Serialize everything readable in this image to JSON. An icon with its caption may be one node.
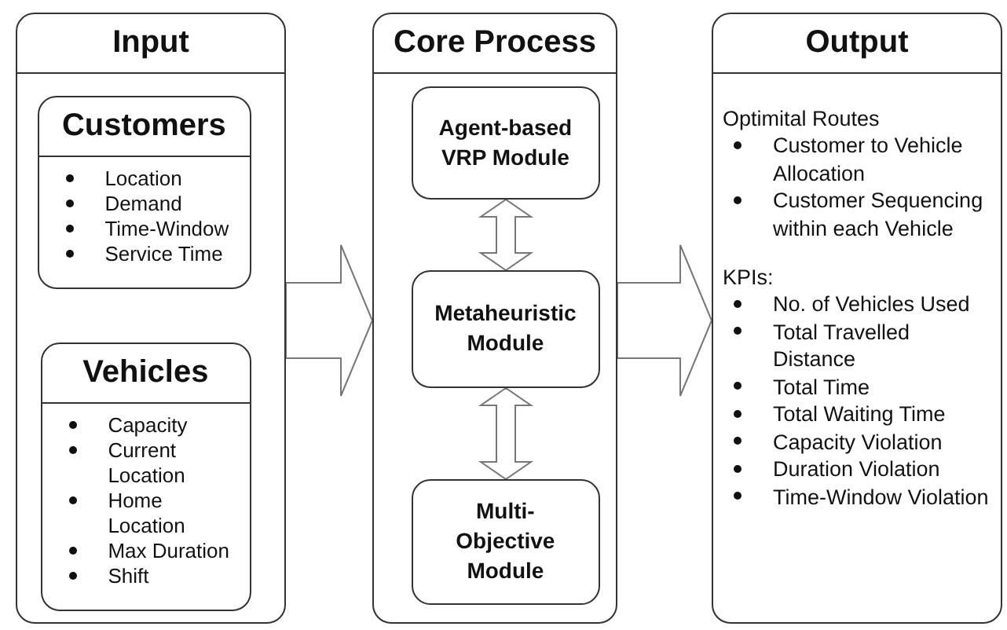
{
  "diagram": {
    "nodes": [
      {
        "text": [
          "Input"
        ]
      },
      {
        "text": [
          "Customers",
          "Location",
          "Demand",
          "Time-Window",
          "Service Time"
        ],
        "in": 0
      },
      {
        "text": [
          "Vehicles",
          "Capacity",
          "Current Location",
          "Home Location",
          "Max Duration",
          "Shift"
        ],
        "in": 0
      },
      {
        "text": [
          "Core Process"
        ]
      },
      {
        "text": [
          "Agent-based VRP Module"
        ],
        "in": 3
      },
      {
        "text": [
          "Metaheuristic Module"
        ],
        "in": 3
      },
      {
        "text": [
          "Multi-Objective Module"
        ],
        "in": 3
      },
      {
        "text": [
          "Output",
          "Optimital Routes",
          "Customer to Vehicle Allocation",
          "Customer Sequencing within each Vehicle",
          "KPIs:",
          "No. of Vehicles Used",
          "Total Travelled Distance",
          "Total Time",
          "Total Waiting Time",
          "Capacity Violation",
          "Duration Violation",
          "Time-Window Violation"
        ]
      }
    ],
    "edges": [
      {
        "from": 0,
        "to": 3,
        "arrow": "to"
      },
      {
        "from": 3,
        "to": 7,
        "arrow": "to"
      },
      {
        "from": 4,
        "to": 5,
        "arrow": "both"
      },
      {
        "from": 5,
        "to": 6,
        "arrow": "both"
      }
    ]
  }
}
